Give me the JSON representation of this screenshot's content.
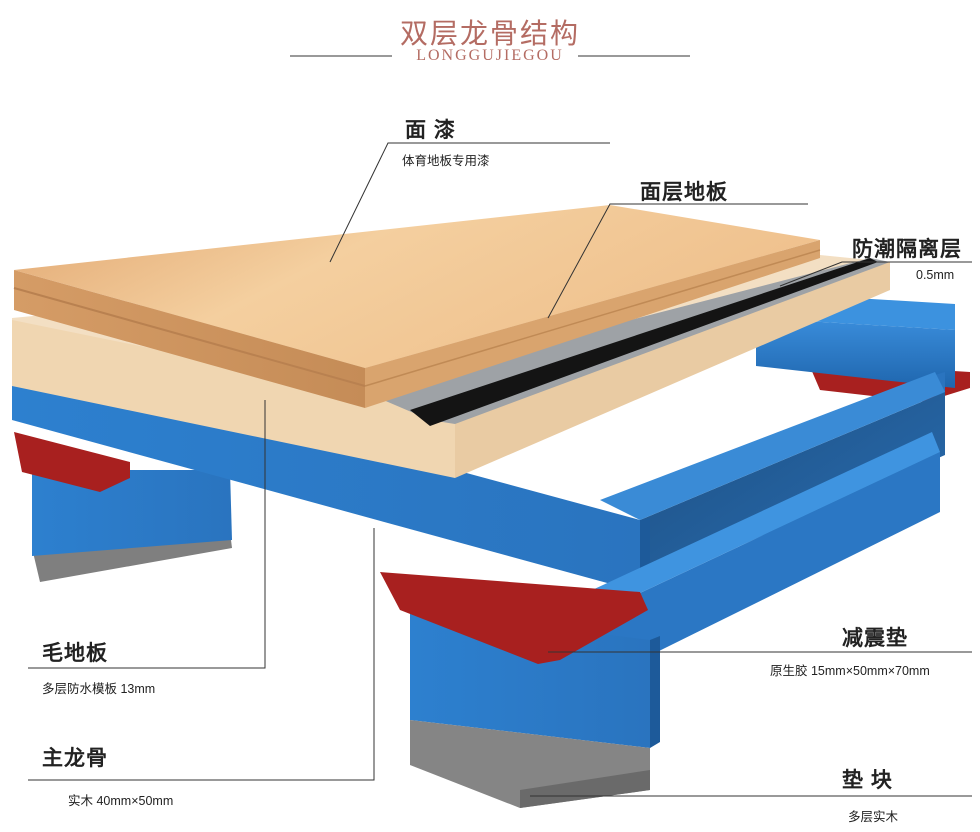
{
  "header": {
    "title_cn": "双层龙骨结构",
    "title_en": "LONGGUJIEGOU"
  },
  "colors": {
    "title": "#b46c63",
    "wood_top": "#e6b27c",
    "wood_edge": "#cf9a63",
    "subfloor": "#f2ddc0",
    "membrane": "#141414",
    "joist_blue": "#2a79c6",
    "joist_dark": "#1a5796",
    "damper_red": "#a8201f",
    "pad_gray": "#858585",
    "line": "#333333"
  },
  "labels": {
    "paint": {
      "main": "面        漆",
      "sub": "体育地板专用漆"
    },
    "surface_board": {
      "main": "面层地板"
    },
    "moisture_barrier": {
      "main": "防潮隔离层",
      "sub": "0.5mm"
    },
    "subfloor": {
      "main": "毛地板",
      "sub": "多层防水模板  13mm"
    },
    "main_joist": {
      "main": "主龙骨",
      "sub": "实木  40mm×50mm"
    },
    "damper": {
      "main": "减震垫",
      "sub": "原生胶  15mm×50mm×70mm"
    },
    "pad_block": {
      "main": "垫    块",
      "sub": "多层实木"
    }
  }
}
